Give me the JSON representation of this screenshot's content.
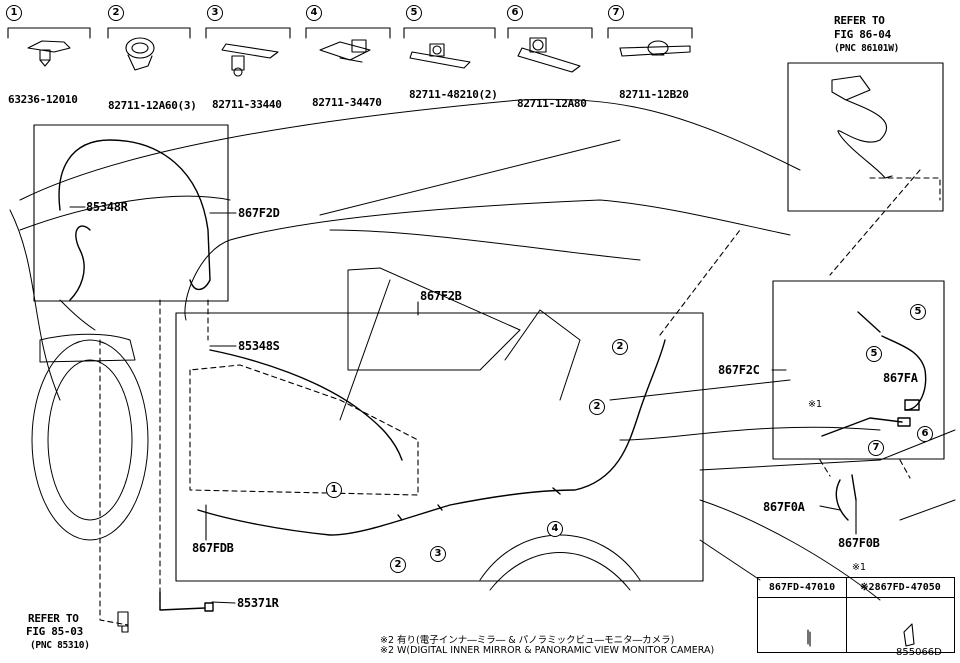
{
  "clip_parts": [
    {
      "index": "1",
      "part_no": "63236-12010"
    },
    {
      "index": "2",
      "part_no": "82711-12A60(3)"
    },
    {
      "index": "3",
      "part_no": "82711-33440"
    },
    {
      "index": "4",
      "part_no": "82711-34470"
    },
    {
      "index": "5",
      "part_no": "82711-48210(2)"
    },
    {
      "index": "6",
      "part_no": "82711-12A80"
    },
    {
      "index": "7",
      "part_no": "82711-12B20"
    }
  ],
  "refer_top": {
    "line1": "REFER TO",
    "line2": "FIG 86-04",
    "line3": "(PNC 86101W)"
  },
  "refer_bottom": {
    "line1": "REFER TO",
    "line2": "FIG 85-03",
    "line3": "(PNC 85310)"
  },
  "callouts": {
    "c85348R": "85348R",
    "c867F2D": "867F2D",
    "c867F2B": "867F2B",
    "c85348S": "85348S",
    "c867FDB": "867FDB",
    "c85371R": "85371R",
    "c867F2C": "867F2C",
    "c867FA": "867FA",
    "c867F0A": "867F0A",
    "c867F0B": "867F0B"
  },
  "variant_table": {
    "marker": "※1",
    "col1": "867FD-47010",
    "col2": "※2867FD-47050"
  },
  "detail_marker": "※1",
  "footnotes": {
    "jp": "※2 有り(電子インナ―ミラ― & パノラミックビュ―モニタ―カメラ)",
    "en": "※2 W(DIGITAL INNER MIRROR & PANORAMIC VIEW MONITOR CAMERA)"
  },
  "figure_code": "855066D"
}
